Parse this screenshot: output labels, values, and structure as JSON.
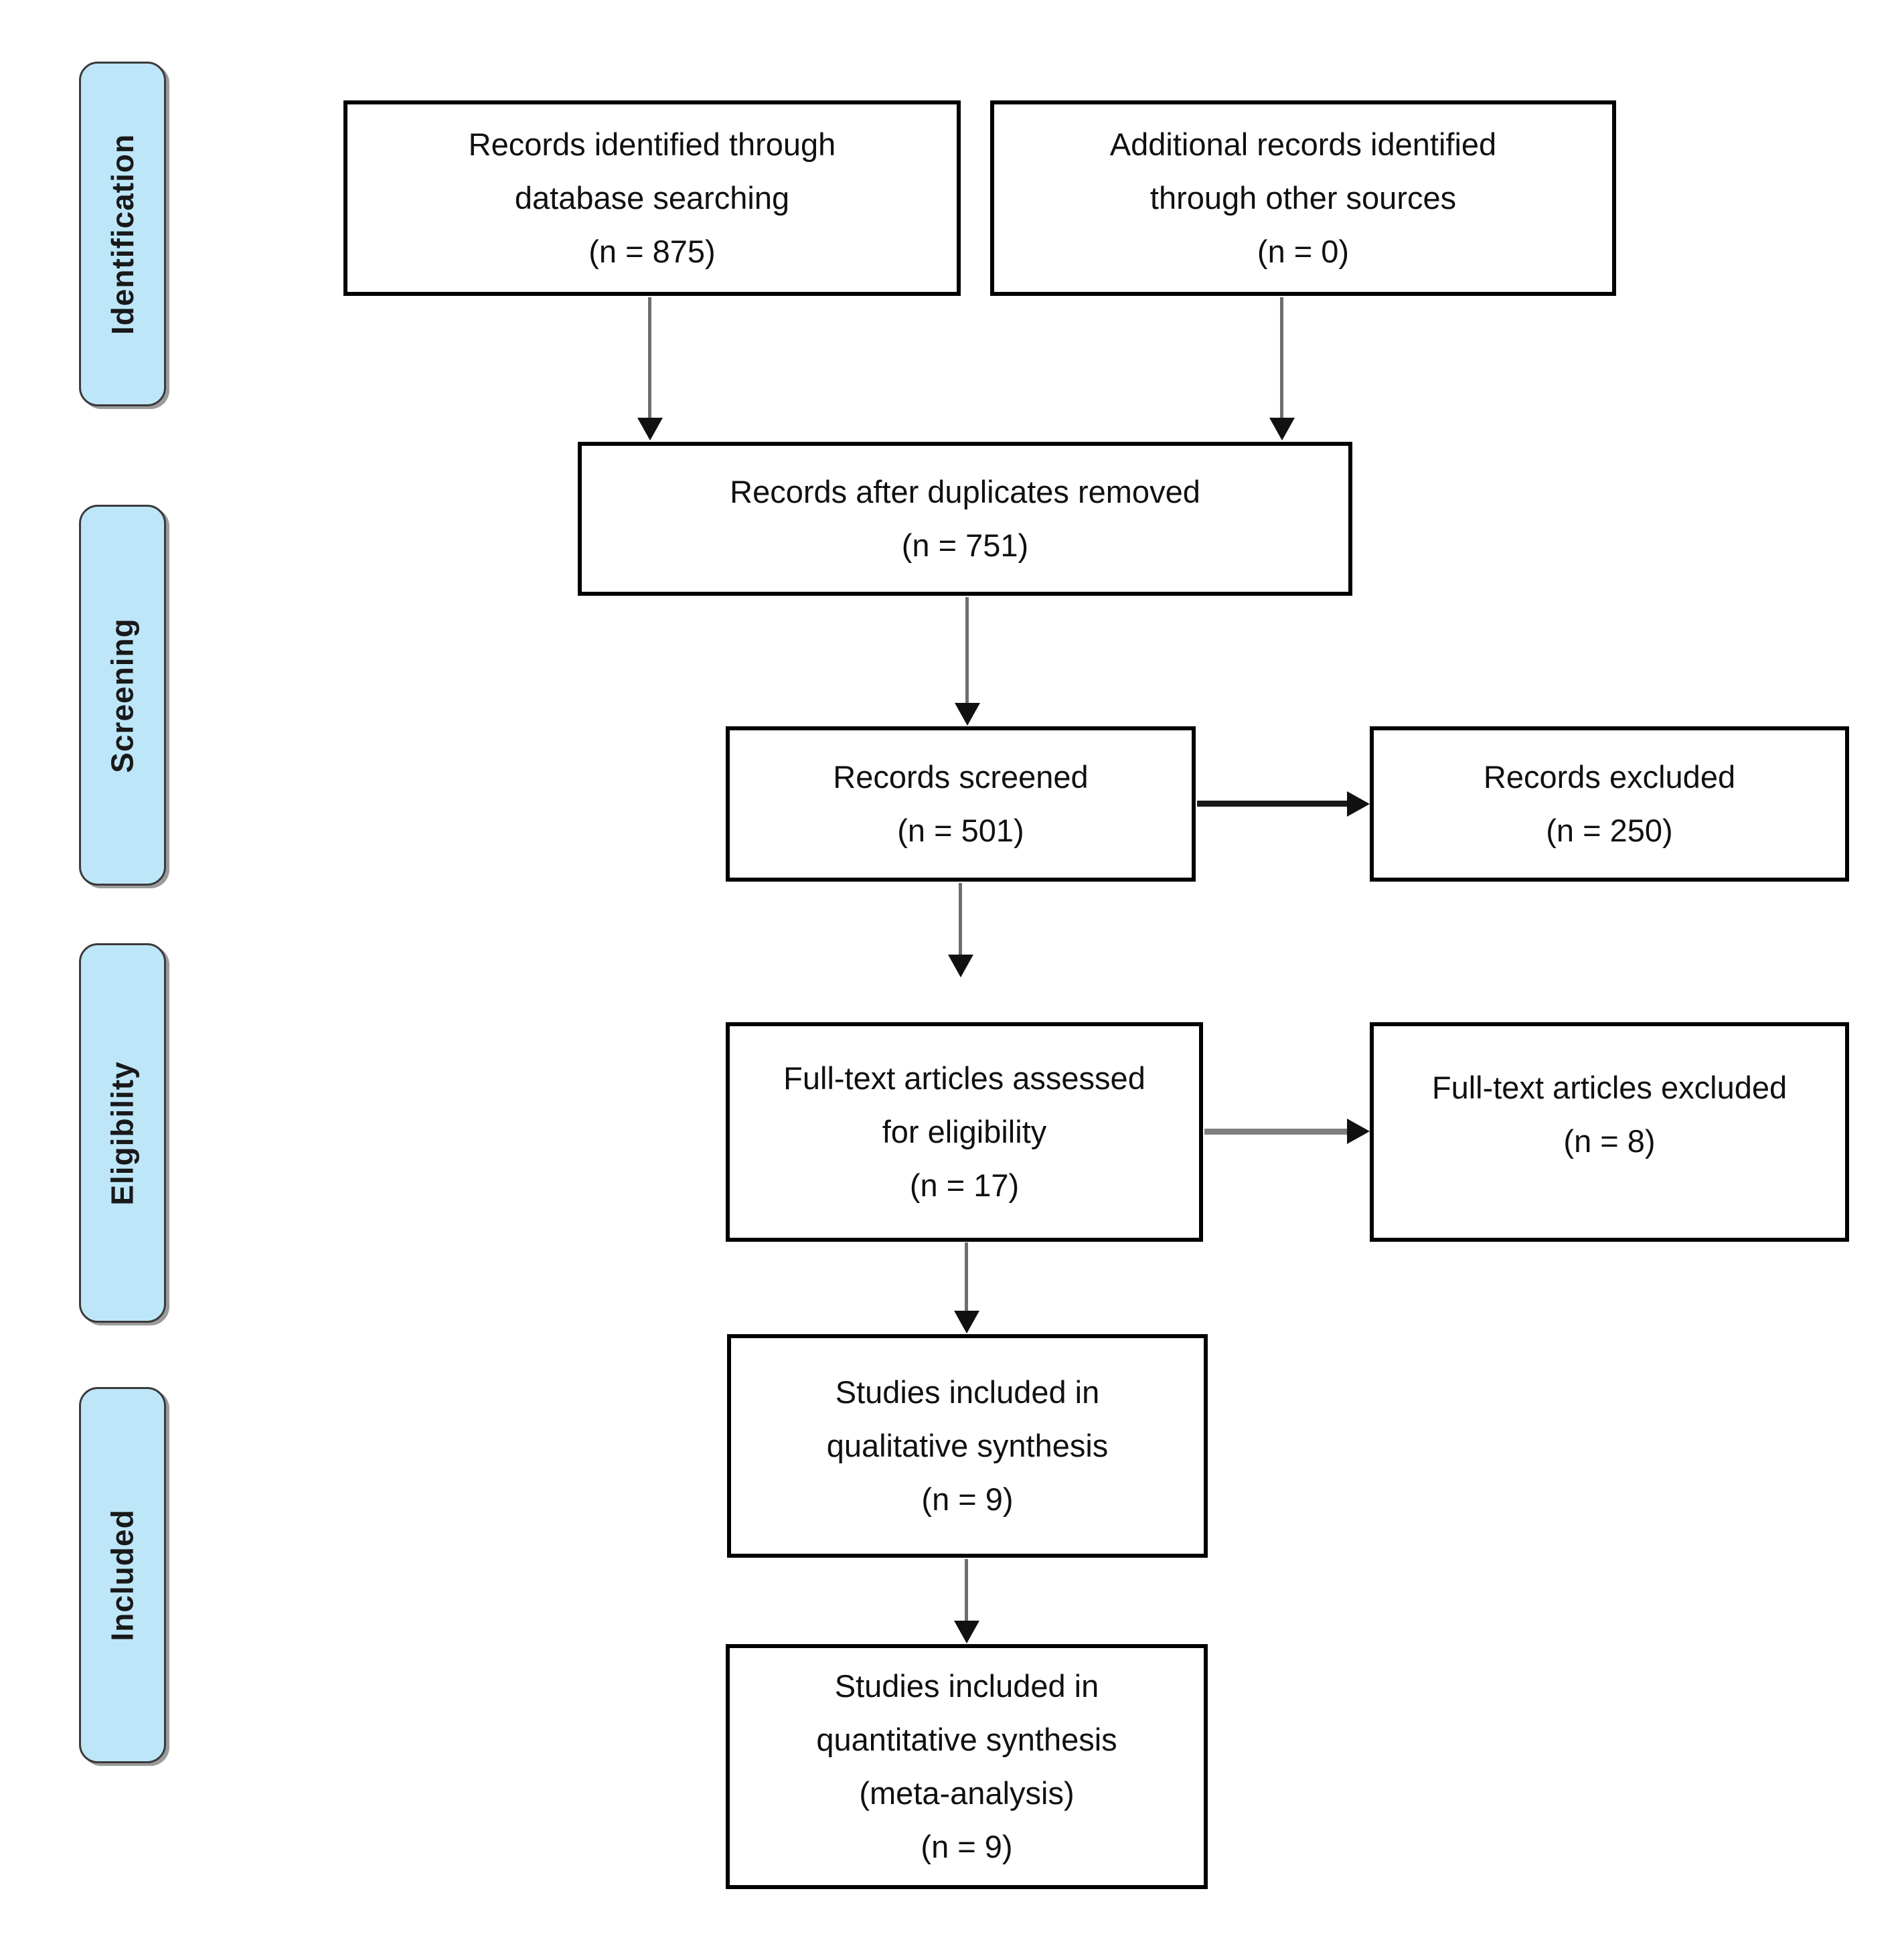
{
  "stages": {
    "identification": "Identification",
    "screening": "Screening",
    "eligibility": "Eligibility",
    "included": "Included"
  },
  "boxes": {
    "records_identified": {
      "lines": [
        "Records identified through",
        "database searching",
        "(n = 875)"
      ],
      "n": 875
    },
    "additional_records": {
      "lines": [
        "Additional records identified",
        "through other sources",
        "(n = 0)"
      ],
      "n": 0
    },
    "duplicates_removed": {
      "lines": [
        "Records after duplicates removed",
        "(n = 751)"
      ],
      "n": 751
    },
    "records_screened": {
      "lines": [
        "Records screened",
        "(n = 501)"
      ],
      "n": 501
    },
    "records_excluded": {
      "lines": [
        "Records excluded",
        "(n = 250)"
      ],
      "n": 250
    },
    "fulltext_assessed": {
      "lines": [
        "Full-text articles assessed",
        "for eligibility",
        "(n = 17)"
      ],
      "n": 17
    },
    "fulltext_excluded": {
      "lines": [
        "Full-text articles excluded",
        "(n = 8)"
      ],
      "n": 8
    },
    "qualitative_synthesis": {
      "lines": [
        "Studies included in",
        "qualitative synthesis",
        "(n = 9)"
      ],
      "n": 9
    },
    "quantitative_synthesis": {
      "lines": [
        "Studies included in",
        "quantitative synthesis",
        "(meta-analysis)",
        "(n = 9)"
      ],
      "n": 9
    }
  },
  "colors": {
    "stage_fill": "#bee6f9",
    "stage_border": "#3a3a3a",
    "stage_shadow": "#9b9b9b",
    "box_border": "#000000",
    "arrow_stem": "#6e6e6e",
    "arrow_head": "#111111",
    "text": "#101010"
  }
}
